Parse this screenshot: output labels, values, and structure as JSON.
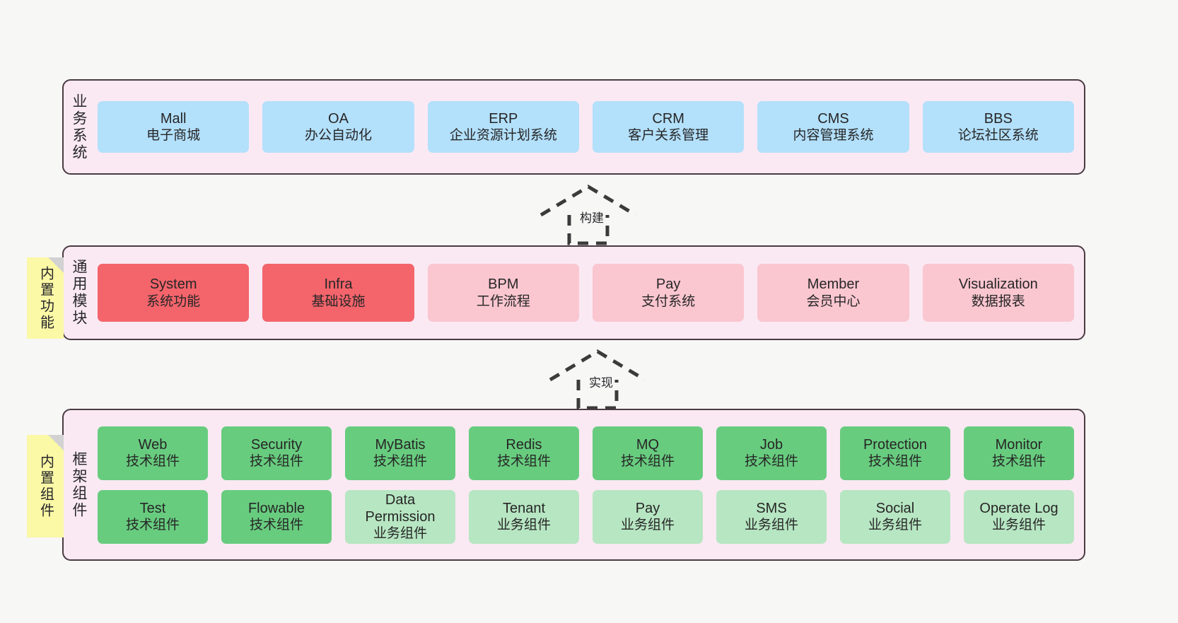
{
  "diagram": {
    "title_sticky_notes": [
      {
        "id": "function",
        "label": "内置功能"
      },
      {
        "id": "component",
        "label": "内置组件"
      }
    ],
    "layers": [
      {
        "id": "business",
        "label": "业务系统",
        "rows": [
          [
            {
              "name": "Mall",
              "sub": "电子商城",
              "color": "#b3e0fb"
            },
            {
              "name": "OA",
              "sub": "办公自动化",
              "color": "#b3e0fb"
            },
            {
              "name": "ERP",
              "sub": "企业资源计划系统",
              "color": "#b3e0fb"
            },
            {
              "name": "CRM",
              "sub": "客户关系管理",
              "color": "#b3e0fb"
            },
            {
              "name": "CMS",
              "sub": "内容管理系统",
              "color": "#b3e0fb"
            },
            {
              "name": "BBS",
              "sub": "论坛社区系统",
              "color": "#b3e0fb"
            }
          ]
        ]
      },
      {
        "id": "common",
        "label": "通用模块",
        "rows": [
          [
            {
              "name": "System",
              "sub": "系统功能",
              "color": "#f4646b"
            },
            {
              "name": "Infra",
              "sub": "基础设施",
              "color": "#f4646b"
            },
            {
              "name": "BPM",
              "sub": "工作流程",
              "color": "#fac6d0"
            },
            {
              "name": "Pay",
              "sub": "支付系统",
              "color": "#fac6d0"
            },
            {
              "name": "Member",
              "sub": "会员中心",
              "color": "#fac6d0"
            },
            {
              "name": "Visualization",
              "sub": "数据报表",
              "color": "#fac6d0"
            }
          ]
        ]
      },
      {
        "id": "framework",
        "label": "框架组件",
        "rows": [
          [
            {
              "name": "Web",
              "sub": "技术组件",
              "color": "#68cc7f"
            },
            {
              "name": "Security",
              "sub": "技术组件",
              "color": "#68cc7f"
            },
            {
              "name": "MyBatis",
              "sub": "技术组件",
              "color": "#68cc7f"
            },
            {
              "name": "Redis",
              "sub": "技术组件",
              "color": "#68cc7f"
            },
            {
              "name": "MQ",
              "sub": "技术组件",
              "color": "#68cc7f"
            },
            {
              "name": "Job",
              "sub": "技术组件",
              "color": "#68cc7f"
            },
            {
              "name": "Protection",
              "sub": "技术组件",
              "color": "#68cc7f"
            },
            {
              "name": "Monitor",
              "sub": "技术组件",
              "color": "#68cc7f"
            }
          ],
          [
            {
              "name": "Test",
              "sub": "技术组件",
              "color": "#68cc7f"
            },
            {
              "name": "Flowable",
              "sub": "技术组件",
              "color": "#68cc7f"
            },
            {
              "name": "Data",
              "name2": "Permission",
              "sub": "业务组件",
              "color": "#b7e6c2"
            },
            {
              "name": "Tenant",
              "sub": "业务组件",
              "color": "#b7e6c2"
            },
            {
              "name": "Pay",
              "sub": "业务组件",
              "color": "#b7e6c2"
            },
            {
              "name": "SMS",
              "sub": "业务组件",
              "color": "#b7e6c2"
            },
            {
              "name": "Social",
              "sub": "业务组件",
              "color": "#b7e6c2"
            },
            {
              "name": "Operate Log",
              "sub": "业务组件",
              "color": "#b7e6c2"
            }
          ]
        ]
      }
    ],
    "connectors": [
      {
        "id": "build",
        "label": "构建"
      },
      {
        "id": "implement",
        "label": "实现"
      }
    ],
    "colors": {
      "layer_background": "#fae9f3",
      "layer_border": "#4a3b42",
      "page_background": "#f7f7f6",
      "sticky": "#fbf8a6",
      "blue": "#b3e0fb",
      "red": "#f4646b",
      "pink": "#fac6d0",
      "green": "#68cc7f",
      "light_green": "#b7e6c2"
    }
  }
}
